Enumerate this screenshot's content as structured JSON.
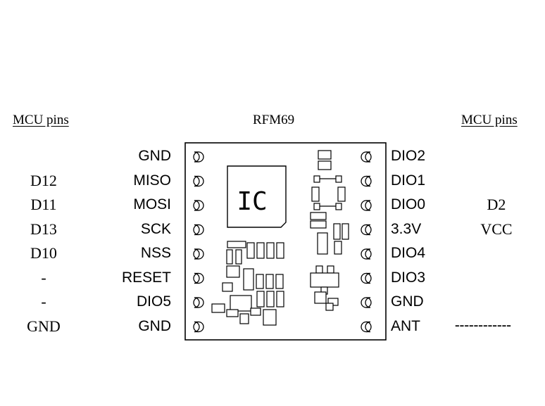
{
  "headers": {
    "left": "MCU pins",
    "center": "RFM69",
    "right": "MCU pins"
  },
  "module": {
    "chip_label": "IC",
    "left_pins": [
      "GND",
      "MISO",
      "MOSI",
      "SCK",
      "NSS",
      "RESET",
      "DIO5",
      "GND"
    ],
    "right_pins": [
      "DIO2",
      "DIO1",
      "DIO0",
      "3.3V",
      "DIO4",
      "DIO3",
      "GND",
      "ANT"
    ]
  },
  "mcu_left": [
    "",
    "D12",
    "D11",
    "D13",
    "D10",
    "-",
    "-",
    "GND"
  ],
  "mcu_right": [
    "",
    "",
    "D2",
    "VCC",
    "",
    "",
    "",
    "------------"
  ]
}
